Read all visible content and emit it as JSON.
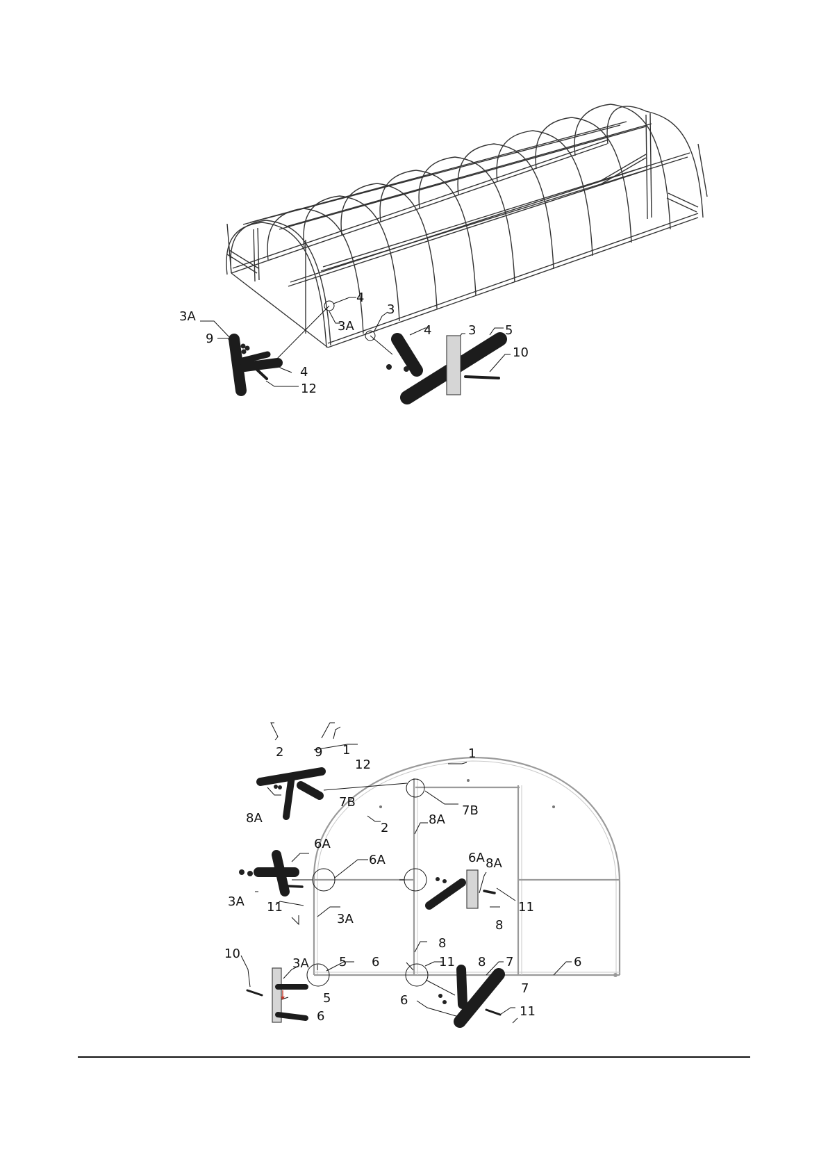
{
  "figure_top": {
    "labels": {
      "l3a_left": "3A",
      "l9": "9",
      "l4_upper": "4",
      "l3a_mid": "3A",
      "l4_lower": "4",
      "l12": "12",
      "l3_upper": "3",
      "l4_right": "4",
      "l3_right": "3",
      "l5": "5",
      "l10": "10"
    }
  },
  "figure_bottom": {
    "labels": {
      "l2_top": "2",
      "l9": "9",
      "l1_top": "1",
      "l12": "12",
      "l7b_left": "7B",
      "l8a_left": "8A",
      "l1_arch": "1",
      "l7b_right": "7B",
      "l8a_mid": "8A",
      "l2_arch": "2",
      "l6a_detail": "6A",
      "l6a_mid": "6A",
      "l6a_right": "6A",
      "l8a_right": "8A",
      "l3a_detail": "3A",
      "l11_left": "11",
      "l11_right": "11",
      "l8_right": "8",
      "l3a_arch": "3A",
      "l8_mid": "8",
      "l10": "10",
      "l3a_bottom": "3A",
      "l5_arch": "5",
      "l6_mid": "6",
      "l11_mid": "11",
      "l8_low": "8",
      "l7_mid": "7",
      "l6_right": "6",
      "l5_detail": "5",
      "l6_detail": "6",
      "l7_detail": "7",
      "l6_bottom": "6",
      "l11_bottom": "11"
    }
  }
}
